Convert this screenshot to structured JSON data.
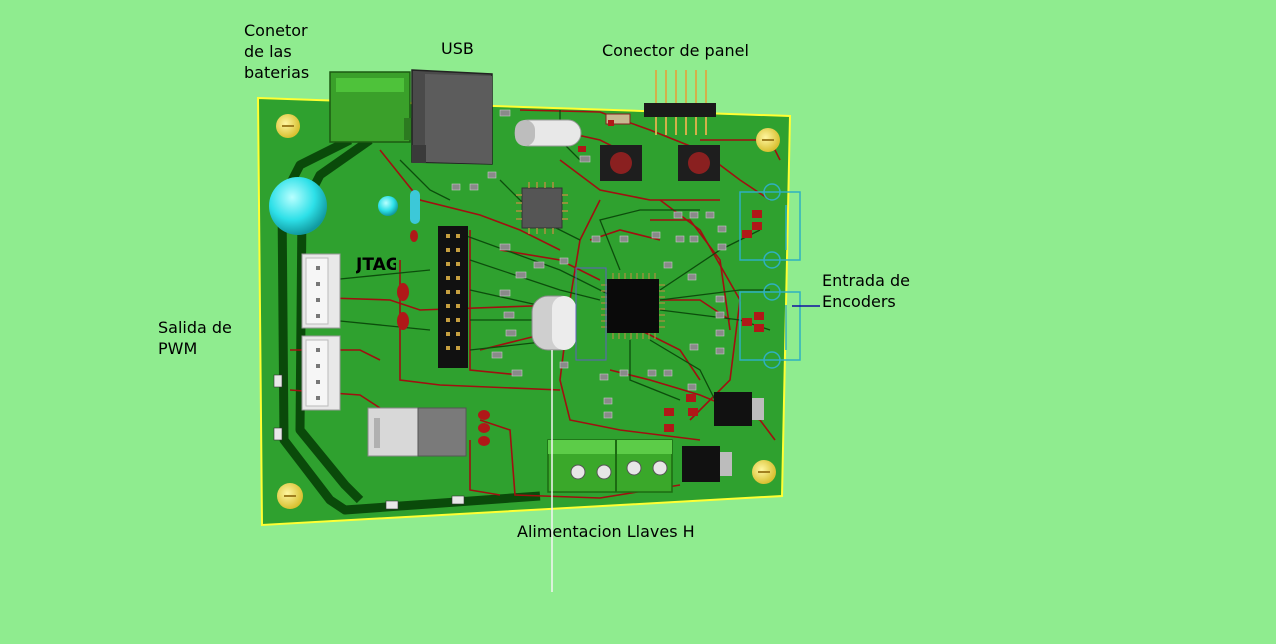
{
  "colors": {
    "background": "#8fec8f",
    "board": "#2fa12f",
    "board_outline": "#ffff33",
    "trace_red": "#a01010",
    "trace_green": "#0a4a0a",
    "terminal_green": "#3aa82a",
    "capacitor_cyan": "#2de0e8"
  },
  "labels": {
    "battery_connector": "Conetor\nde las\nbaterias",
    "usb": "USB",
    "panel_connector": "Conector de panel",
    "jtag": "JTAG",
    "encoder_input": "Entrada de\nEncoders",
    "pwm_output": "Salida de\nPWM",
    "hbridge_power": "Alimentacion Llaves H"
  }
}
